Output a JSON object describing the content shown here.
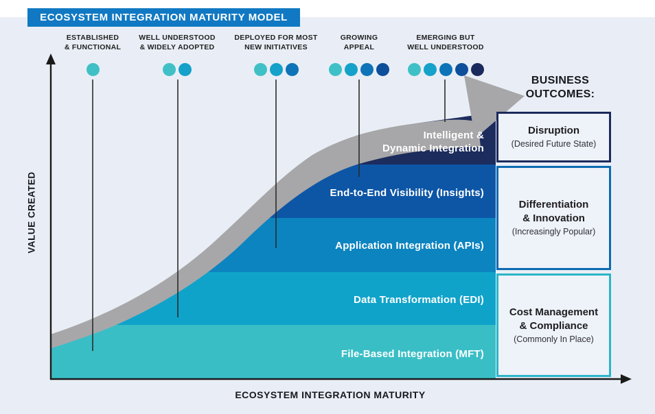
{
  "title": "ECOSYSTEM INTEGRATION MATURITY MODEL",
  "stages": [
    {
      "line1": "ESTABLISHED",
      "line2": "& FUNCTIONAL",
      "dots": 1
    },
    {
      "line1": "WELL UNDERSTOOD",
      "line2": "& WIDELY ADOPTED",
      "dots": 2
    },
    {
      "line1": "DEPLOYED FOR MOST",
      "line2": "NEW INITIATIVES",
      "dots": 3
    },
    {
      "line1": "GROWING",
      "line2": "APPEAL",
      "dots": 4
    },
    {
      "line1": "EMERGING BUT",
      "line2": "WELL UNDERSTOOD",
      "dots": 5
    }
  ],
  "dot_colors": [
    "#3fc0c6",
    "#15a1c9",
    "#0e74b7",
    "#0e4f9b",
    "#1b2a5c"
  ],
  "business_outcomes": {
    "line1": "BUSINESS",
    "line2": "OUTCOMES:"
  },
  "layers": [
    {
      "label_line1": "Intelligent &",
      "label_line2": "Dynamic Integration",
      "color": "#1c2c5d"
    },
    {
      "label": "End-to-End Visibility (Insights)",
      "color": "#0d56a6"
    },
    {
      "label": "Application Integration (APIs)",
      "color": "#0c84c0"
    },
    {
      "label": "Data Transformation (EDI)",
      "color": "#0fa3ca"
    },
    {
      "label": "File-Based Integration (MFT)",
      "color": "#3abec6"
    }
  ],
  "outcome_boxes": [
    {
      "title": "Disruption",
      "subtitle": "(Desired Future State)",
      "border_color": "#1b2a5c"
    },
    {
      "title_line1": "Differentiation",
      "title_line2": "& Innovation",
      "subtitle": "(Increasingly Popular)",
      "border_color": "#0b6ab3"
    },
    {
      "title_line1": "Cost Management",
      "title_line2": "& Compliance",
      "subtitle": "(Commonly In Place)",
      "border_color": "#2ab5c9"
    }
  ],
  "axes": {
    "x_label": "ECOSYSTEM INTEGRATION MATURITY",
    "y_label": "VALUE CREATED"
  },
  "arrow_color": "#a7a7a9",
  "axis_color": "#1a1a1a",
  "banner_color": "#1179c3"
}
